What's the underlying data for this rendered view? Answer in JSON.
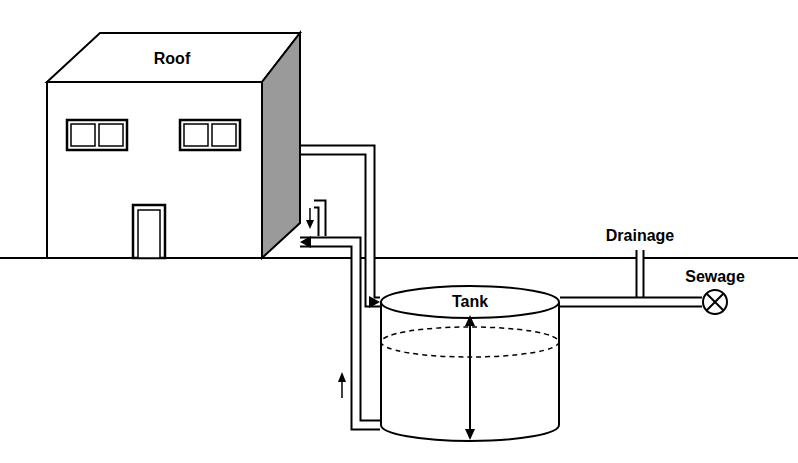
{
  "diagram": {
    "nodes": [
      {
        "text": [
          "Roof"
        ]
      },
      {
        "text": [
          "Tank"
        ]
      },
      {
        "text": [
          "Sewage"
        ]
      }
    ],
    "edges": [
      {
        "from": 0,
        "to": 1,
        "arrow": "to"
      },
      {
        "from": 1,
        "to": 0,
        "arrow": "to"
      },
      {
        "from": 1,
        "to": 2,
        "arrow": "none",
        "label": "Drainage"
      }
    ]
  }
}
